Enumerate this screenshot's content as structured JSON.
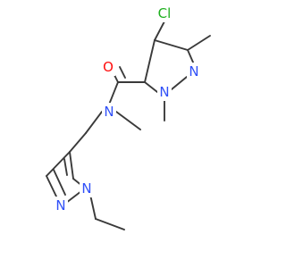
{
  "molecule": {
    "colors": {
      "bond": "#3a3a3a",
      "carbon": "#3a3a3a",
      "nitrogen": "#3050f8",
      "oxygen": "#ff0d0d",
      "chlorine": "#1fb01f"
    },
    "labels": {
      "cl": "Cl",
      "o": "O",
      "n_ring_a_1": "N",
      "n_ring_a_2": "N",
      "n_amide": "N",
      "n_ring_b_1": "N",
      "n_ring_b_2": "N"
    }
  }
}
